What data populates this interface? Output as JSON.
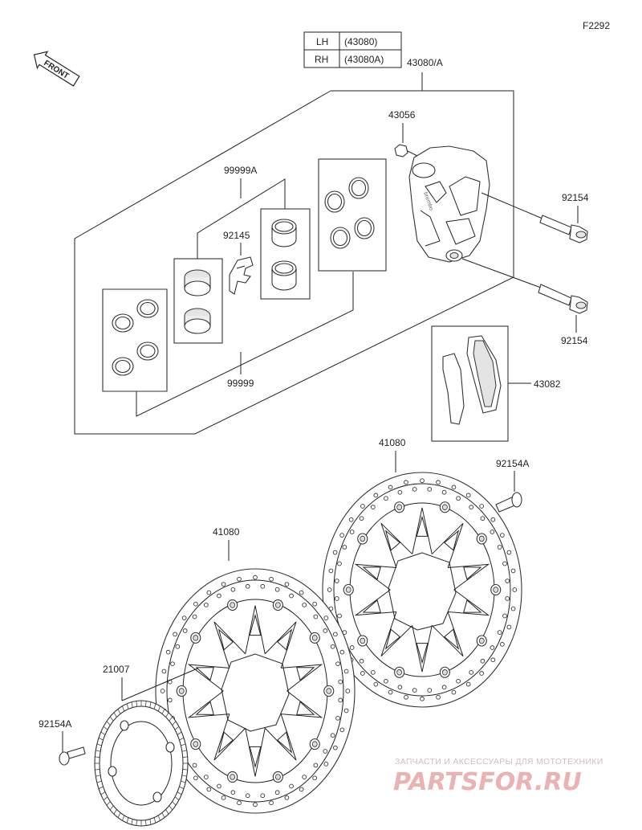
{
  "figure_code": "F2292",
  "front_arrow_label": "FRONT",
  "variant_table": [
    {
      "side": "LH",
      "part": "(43080)"
    },
    {
      "side": "RH",
      "part": "(43080A)"
    }
  ],
  "callouts": {
    "caliper_assy": "43080/A",
    "bleeder": "43056",
    "bolt_upper": "92154",
    "bolt_lower": "92154",
    "pad_set": "43082",
    "piston_kit": "99999A",
    "pad_spring": "92145",
    "seal_kit": "99999",
    "disc_rear": "41080",
    "disc_front": "41080",
    "disc_bolt_right": "92154A",
    "disc_bolt_left": "92154A",
    "sensor_rotor": "21007"
  },
  "watermark": {
    "tagline": "ЗАПЧАСТИ И АКСЕССУАРЫ ДЛЯ МОТОТЕХНИКИ",
    "brand": "PARTSFOR.RU"
  },
  "colors": {
    "line": "#222222",
    "watermark": "#e8aaaa",
    "background": "#ffffff"
  }
}
